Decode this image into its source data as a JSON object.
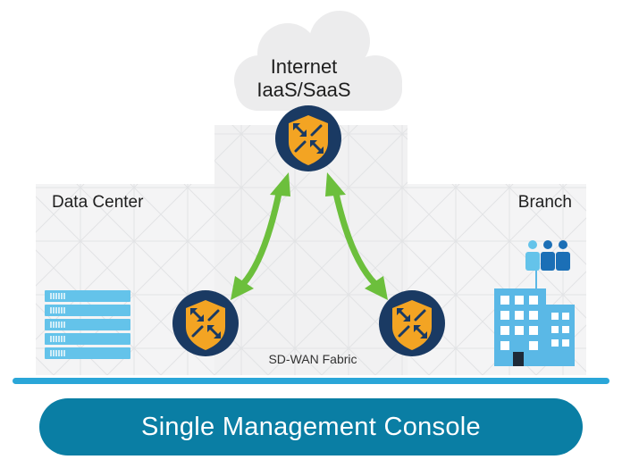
{
  "diagram": {
    "cloud": {
      "line1": "Internet",
      "line2": "IaaS/SaaS"
    },
    "zones": {
      "data_center": "Data Center",
      "branch": "Branch",
      "fabric": "SD-WAN Fabric"
    },
    "console": {
      "label": "Single Management Console"
    },
    "icons": {
      "security_node": "shield-router-icon",
      "server_rack": "server-rack-icon",
      "building": "office-building-icon",
      "users": "users-icon",
      "link": "bidirectional-arrow-icon"
    },
    "colors": {
      "primary_blue": "#0a7ea4",
      "node_navy": "#1a3a63",
      "shield_orange": "#f3a423",
      "link_green": "#6cbf3c",
      "server_blue": "#64c3ea",
      "building_blue": "#5ab8e6"
    }
  }
}
